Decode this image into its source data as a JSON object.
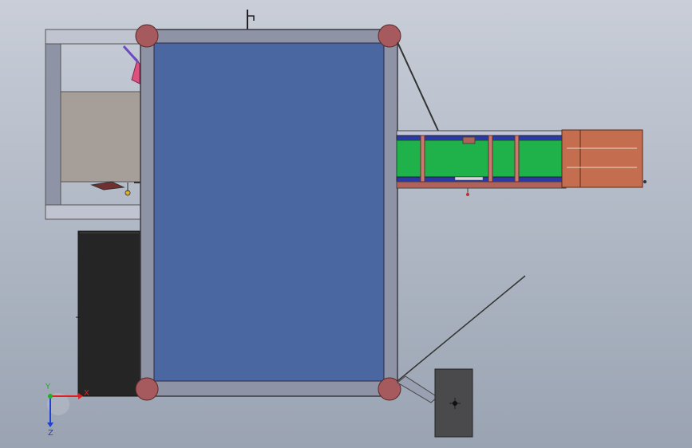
{
  "viewport": {
    "description_colors": {
      "background_top": "#c9ced8",
      "background_bottom": "#9aa3b2"
    }
  },
  "model": {
    "frame_color": "#8e93a6",
    "panel_color": "#4a67a2",
    "corner_post_color": "#a65a5e",
    "conveyor_belt_color": "#1fb14a",
    "conveyor_end_color": "#c46e4f",
    "cabinet_color": "#252525",
    "box_color": "#a69e98",
    "mount_plate_color": "#4a4a4c"
  },
  "triad": {
    "x_label": "X",
    "y_label": "Y",
    "z_label": "Z",
    "x_color": "#e02020",
    "y_color": "#20b020",
    "z_color": "#2040d0"
  }
}
